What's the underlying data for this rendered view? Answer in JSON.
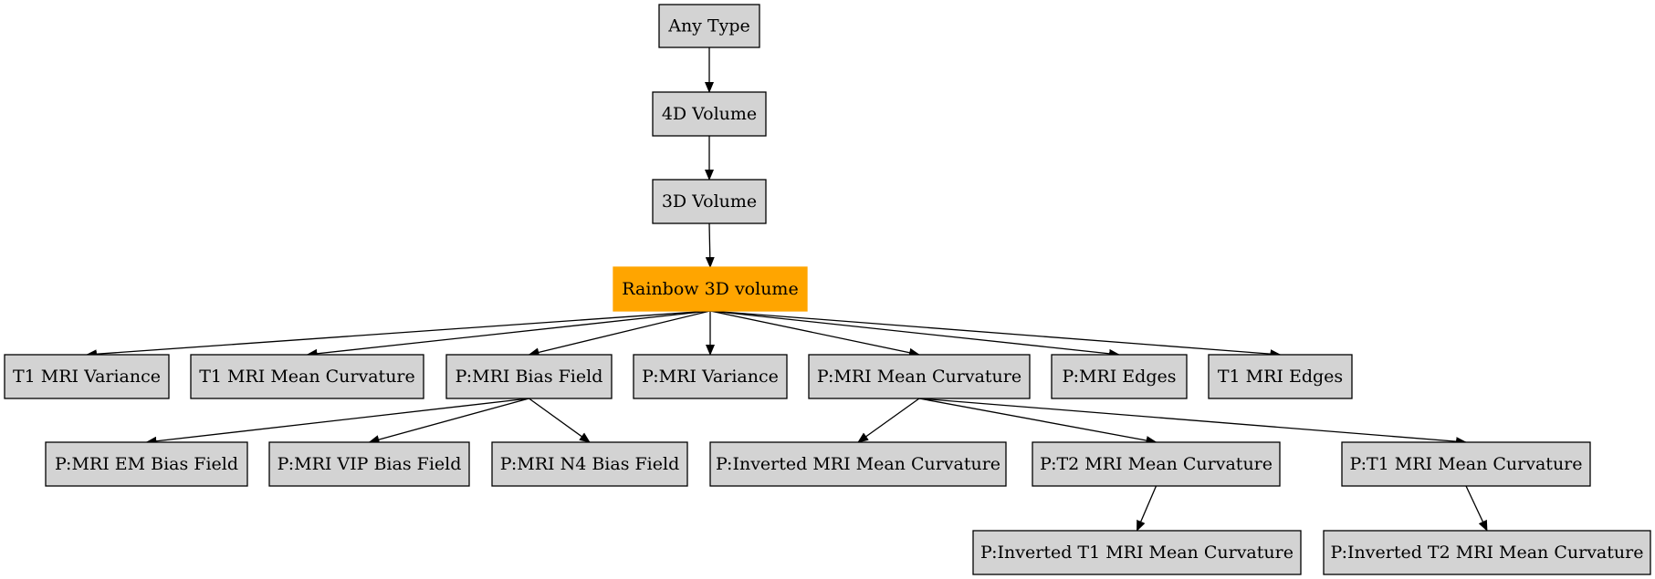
{
  "nodes": [
    {
      "id": "any_type",
      "label": "Any Type",
      "fill": "#d3d3d3",
      "stroke": "#000000"
    },
    {
      "id": "vol4d",
      "label": "4D Volume",
      "fill": "#d3d3d3",
      "stroke": "#000000"
    },
    {
      "id": "vol3d",
      "label": "3D Volume",
      "fill": "#d3d3d3",
      "stroke": "#000000"
    },
    {
      "id": "rainbow",
      "label": "Rainbow 3D volume",
      "fill": "#ffa500",
      "stroke": "#ffa500"
    },
    {
      "id": "t1_variance",
      "label": "T1 MRI Variance",
      "fill": "#d3d3d3",
      "stroke": "#000000"
    },
    {
      "id": "t1_mean_curv",
      "label": "T1 MRI Mean Curvature",
      "fill": "#d3d3d3",
      "stroke": "#000000"
    },
    {
      "id": "p_bias",
      "label": "P:MRI Bias Field",
      "fill": "#d3d3d3",
      "stroke": "#000000"
    },
    {
      "id": "p_variance",
      "label": "P:MRI Variance",
      "fill": "#d3d3d3",
      "stroke": "#000000"
    },
    {
      "id": "p_mean_curv",
      "label": "P:MRI Mean Curvature",
      "fill": "#d3d3d3",
      "stroke": "#000000"
    },
    {
      "id": "p_edges",
      "label": "P:MRI Edges",
      "fill": "#d3d3d3",
      "stroke": "#000000"
    },
    {
      "id": "t1_edges",
      "label": "T1 MRI Edges",
      "fill": "#d3d3d3",
      "stroke": "#000000"
    },
    {
      "id": "p_em_bias",
      "label": "P:MRI EM Bias Field",
      "fill": "#d3d3d3",
      "stroke": "#000000"
    },
    {
      "id": "p_vip_bias",
      "label": "P:MRI VIP Bias Field",
      "fill": "#d3d3d3",
      "stroke": "#000000"
    },
    {
      "id": "p_n4_bias",
      "label": "P:MRI N4 Bias Field",
      "fill": "#d3d3d3",
      "stroke": "#000000"
    },
    {
      "id": "p_inv_mean_curv",
      "label": "P:Inverted MRI Mean Curvature",
      "fill": "#d3d3d3",
      "stroke": "#000000"
    },
    {
      "id": "p_t2_mean_curv",
      "label": "P:T2 MRI Mean Curvature",
      "fill": "#d3d3d3",
      "stroke": "#000000"
    },
    {
      "id": "p_t1_mean_curv",
      "label": "P:T1 MRI Mean Curvature",
      "fill": "#d3d3d3",
      "stroke": "#000000"
    },
    {
      "id": "p_inv_t1_mean_curv",
      "label": "P:Inverted T1 MRI Mean Curvature",
      "fill": "#d3d3d3",
      "stroke": "#000000"
    },
    {
      "id": "p_inv_t2_mean_curv",
      "label": "P:Inverted T2 MRI Mean Curvature",
      "fill": "#d3d3d3",
      "stroke": "#000000"
    }
  ],
  "edges": [
    [
      "any_type",
      "vol4d"
    ],
    [
      "vol4d",
      "vol3d"
    ],
    [
      "vol3d",
      "rainbow"
    ],
    [
      "rainbow",
      "t1_variance"
    ],
    [
      "rainbow",
      "t1_mean_curv"
    ],
    [
      "rainbow",
      "p_bias"
    ],
    [
      "rainbow",
      "p_variance"
    ],
    [
      "rainbow",
      "p_mean_curv"
    ],
    [
      "rainbow",
      "p_edges"
    ],
    [
      "rainbow",
      "t1_edges"
    ],
    [
      "p_bias",
      "p_em_bias"
    ],
    [
      "p_bias",
      "p_vip_bias"
    ],
    [
      "p_bias",
      "p_n4_bias"
    ],
    [
      "p_mean_curv",
      "p_inv_mean_curv"
    ],
    [
      "p_mean_curv",
      "p_t2_mean_curv"
    ],
    [
      "p_mean_curv",
      "p_t1_mean_curv"
    ],
    [
      "p_t2_mean_curv",
      "p_inv_t1_mean_curv"
    ],
    [
      "p_t1_mean_curv",
      "p_inv_t2_mean_curv"
    ]
  ]
}
